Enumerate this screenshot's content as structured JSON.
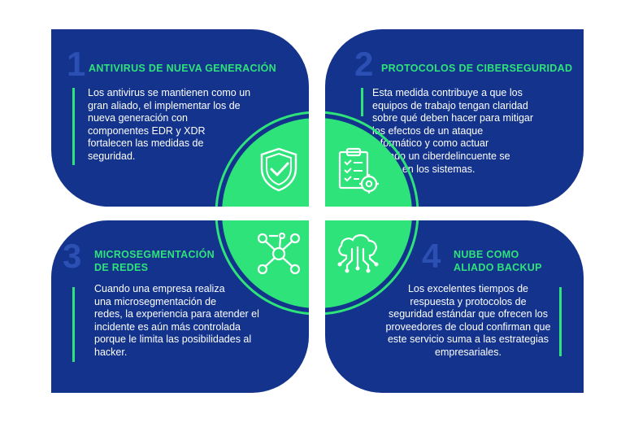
{
  "colors": {
    "card": "#13338c",
    "accent": "#2ee37a",
    "number": "#2b4fb3",
    "ring": "#2ee37a"
  },
  "cards": [
    {
      "number": "1",
      "title": "ANTIVIRUS DE NUEVA GENERACIÓN",
      "body": "Los antivirus se mantienen como un\ngran aliado, el implementar los de\nnueva generación con\ncomponentes EDR y XDR\nfortalecen las medidas de\nseguridad.",
      "icon": "shield-check-icon"
    },
    {
      "number": "2",
      "title": "PROTOCOLOS DE CIBERSEGURIDAD",
      "body": "Esta medida contribuye a que los\nequipos de trabajo tengan claridad\nsobre qué deben hacer para mitigar\nlos efectos de un ataque\ninformático y como actuar\ncuando un ciberdelincuente se\ninfiltra en los sistemas.",
      "icon": "clipboard-gear-icon"
    },
    {
      "number": "3",
      "title": "MICROSEGMENTACIÓN\nDE REDES",
      "body": "Cuando una empresa realiza\nuna microsegmentación de\nredes, la experiencia para atender el\nincidente es aún más controlada\nporque le limita las posibilidades al\nhacker.",
      "icon": "network-nodes-icon"
    },
    {
      "number": "4",
      "title": "NUBE COMO\nALIADO BACKUP",
      "body": "Los excelentes tiempos de\nrespuesta y protocolos de\nseguridad estándar que ofrecen los\nproveedores de cloud confirman que\neste servicio suma a las estrategias\nempresariales.",
      "icon": "cloud-circuit-icon"
    }
  ]
}
